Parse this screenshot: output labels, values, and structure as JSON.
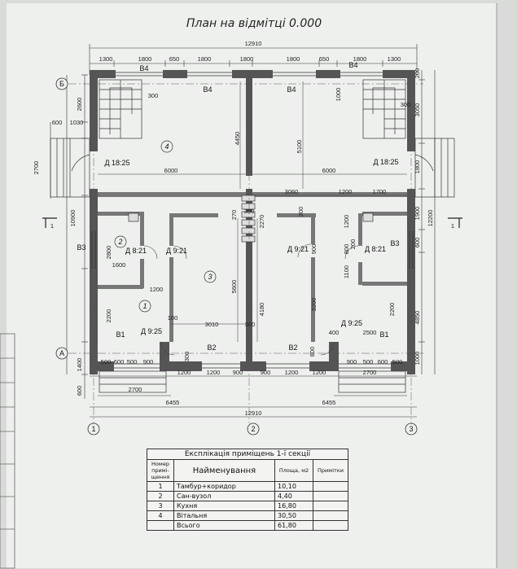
{
  "title": "План на відмітці 0.000",
  "dims": {
    "overall": "12910",
    "top_chain": [
      "1300",
      "1800",
      "650",
      "1800",
      "1800",
      "1800",
      "650",
      "1800",
      "1300"
    ],
    "half_left": "6455",
    "half_right": "6455",
    "room_width_4a": "6000",
    "room_width_4b": "6000",
    "left_col": [
      "2600",
      "1030",
      "2700",
      "2800",
      "2200",
      "1400",
      "600"
    ],
    "left_total": "10900",
    "right_col": [
      "200",
      "3050",
      "1800",
      "1900",
      "600",
      "4850",
      "1000"
    ],
    "right_total": "12200",
    "misc": {
      "d600": "600",
      "d1030": "1030",
      "d1600": "1600",
      "d1200a": "1200",
      "d100": "100",
      "d3010": "3010",
      "d300a": "300",
      "d300b": "300",
      "d4450": "4450",
      "d5100": "5100",
      "d3060": "3060",
      "d1200b": "1200",
      "d1700": "1700",
      "d200a": "200",
      "d200b": "200",
      "d270": "270",
      "d380": "380",
      "d2270": "2270",
      "d5600": "5600",
      "d4180": "4180",
      "d3200": "3200",
      "d800a": "800",
      "d800b": "800",
      "d900a": "900",
      "d1100": "1100",
      "d2200": "2200",
      "d400": "400",
      "d2500": "2500",
      "d1000": "1000",
      "d300c": "300",
      "d300d": "300"
    },
    "bottom_left": [
      "500",
      "600",
      "500",
      "900"
    ],
    "bottom_right": [
      "900",
      "500",
      "600",
      "500"
    ],
    "bottom_mid": [
      "1200",
      "1200",
      "900",
      "900",
      "1200",
      "1200"
    ],
    "porch_left": "2700",
    "porch_right": "2700"
  },
  "axes": {
    "left": "1",
    "mid": "2",
    "right": "3",
    "top": "Б",
    "bottom": "А"
  },
  "section_mark": "1",
  "rooms": {
    "r1": "1",
    "r2": "2",
    "r3": "3",
    "r4": "4"
  },
  "windows": {
    "b4a": "В4",
    "b4b": "В4",
    "b4c": "В4",
    "b4d": "В4",
    "b3a": "В3",
    "b3b": "В3",
    "b1a": "В1",
    "b1b": "В1",
    "b2a": "В2",
    "b2b": "В2"
  },
  "doors": {
    "d1": "Д 18:25",
    "d2": "Д 18:25",
    "d3": "Д 8:21",
    "d4": "Д 9:21",
    "d5": "Д 9:21",
    "d6": "Д 8:21",
    "d7": "Д 9:25",
    "d8": "Д 9:25"
  },
  "table": {
    "caption": "Експлікація приміщень 1-ї секції",
    "headers": {
      "num": "Номер примі- щення",
      "name": "Найменування",
      "area": "Площа, м2",
      "note": "Примітки"
    },
    "rows": [
      {
        "num": "1",
        "name": "Тамбур+коридор",
        "area": "10,10"
      },
      {
        "num": "2",
        "name": "Сан-вузол",
        "area": "4,40"
      },
      {
        "num": "3",
        "name": "Кухня",
        "area": "16,80"
      },
      {
        "num": "4",
        "name": "Вітальня",
        "area": "30,50"
      }
    ],
    "total_label": "Всього",
    "total_area": "61,80"
  }
}
